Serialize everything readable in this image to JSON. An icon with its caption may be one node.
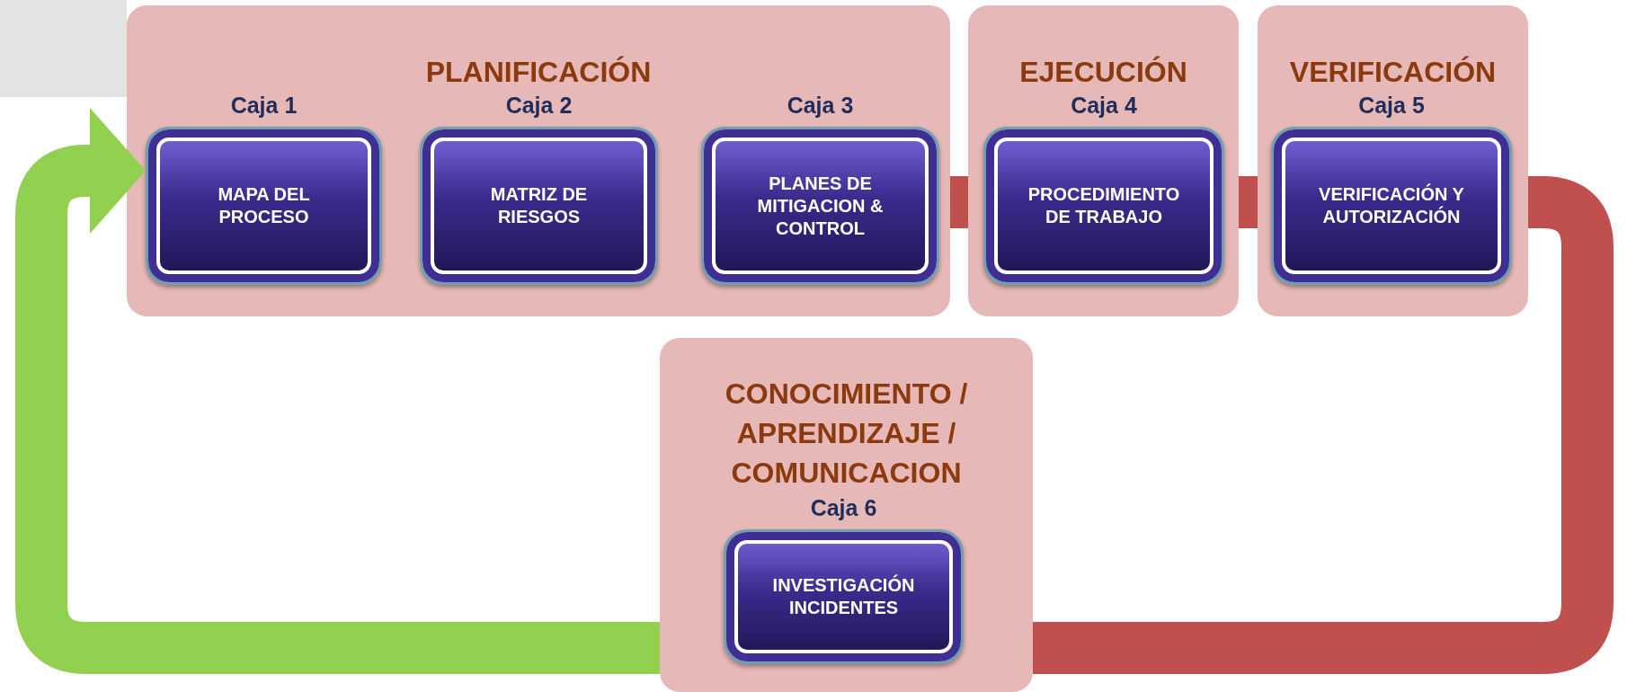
{
  "diagram": {
    "nodes": [
      {
        "text": [
          "PLANIFICACIÓN"
        ]
      },
      {
        "text": [
          "Caja 1",
          "MAPA DEL PROCESO"
        ],
        "in": 0
      },
      {
        "text": [
          "Caja 2",
          "MATRIZ DE RIESGOS"
        ],
        "in": 0
      },
      {
        "text": [
          "Caja 3",
          "PLANES DE MITIGACION & CONTROL"
        ],
        "in": 0
      },
      {
        "text": [
          "EJECUCIÓN"
        ]
      },
      {
        "text": [
          "Caja 4",
          "PROCEDIMIENTO DE TRABAJO"
        ],
        "in": 4
      },
      {
        "text": [
          "VERIFICACIÓN"
        ]
      },
      {
        "text": [
          "Caja 5",
          "VERIFICACIÓN Y AUTORIZACIÓN"
        ],
        "in": 6
      },
      {
        "text": [
          "CONOCIMIENTO / APRENDIZAJE / COMUNICACION"
        ]
      },
      {
        "text": [
          "Caja 6",
          "INVESTIGACIÓN INCIDENTES"
        ],
        "in": 8
      }
    ],
    "edges": [
      {
        "from": 3,
        "to": 5,
        "arrow": "none"
      },
      {
        "from": 5,
        "to": 7,
        "arrow": "none"
      },
      {
        "from": 7,
        "to": 8,
        "arrow": "none"
      },
      {
        "from": 8,
        "to": 1,
        "arrow": "to",
        "color": "#92d050"
      }
    ]
  }
}
